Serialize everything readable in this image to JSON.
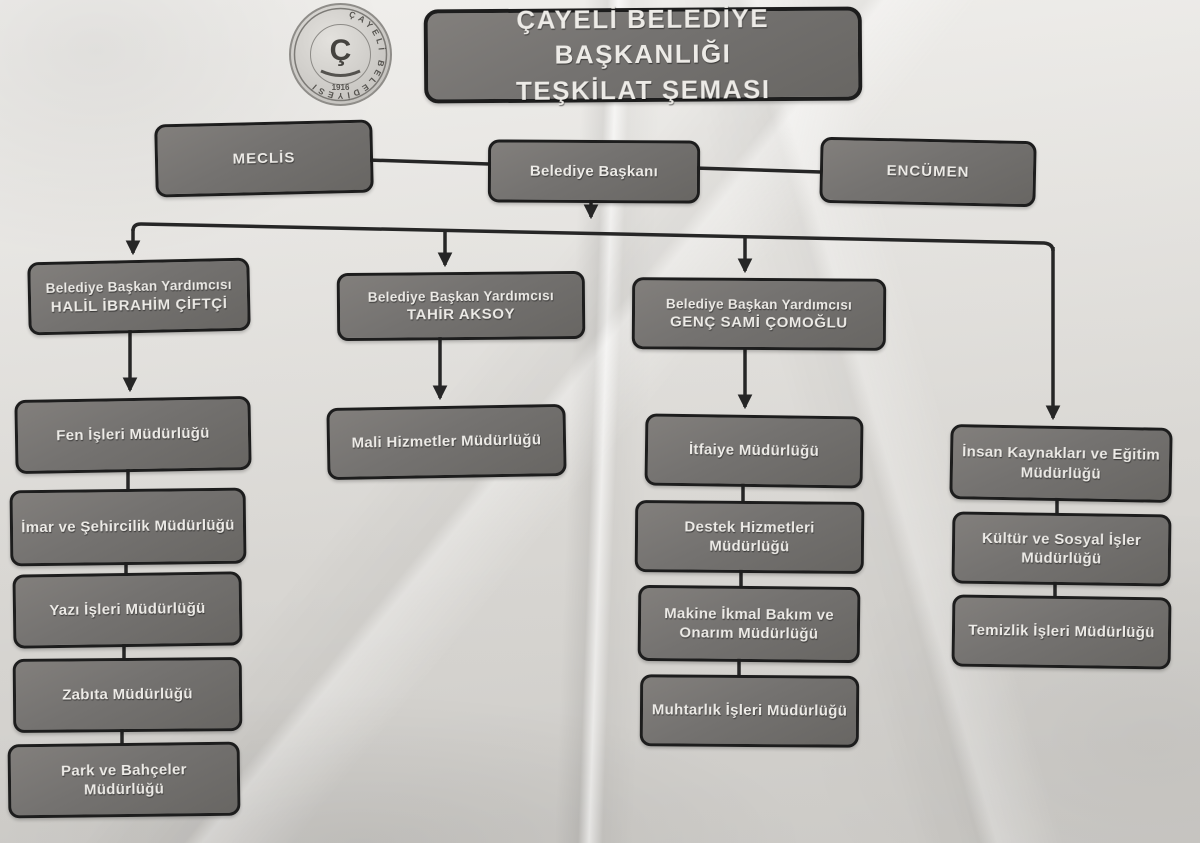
{
  "title": {
    "line1": "ÇAYELİ BELEDİYE BAŞKANLIĞI",
    "line2": "TEŞKİLAT ŞEMASI"
  },
  "logo": {
    "ring_text": "ÇAYELİ BELEDİYESİ",
    "monogram": "Ç",
    "year": "1916"
  },
  "top_row": {
    "meclis": "MECLİS",
    "baskan": "Belediye Başkanı",
    "encumen": "ENCÜMEN"
  },
  "deputies": [
    {
      "title": "Belediye Başkan Yardımcısı",
      "name": "HALİL İBRAHİM ÇİFTÇİ"
    },
    {
      "title": "Belediye Başkan Yardımcısı",
      "name": "TAHİR AKSOY"
    },
    {
      "title": "Belediye Başkan Yardımcısı",
      "name": "GENÇ SAMİ ÇOMOĞLU"
    }
  ],
  "columns": [
    {
      "items": [
        "Fen İşleri Müdürlüğü",
        "İmar ve Şehircilik Müdürlüğü",
        "Yazı İşleri Müdürlüğü",
        "Zabıta Müdürlüğü",
        "Park ve Bahçeler Müdürlüğü"
      ]
    },
    {
      "items": [
        "Mali Hizmetler Müdürlüğü"
      ]
    },
    {
      "items": [
        "İtfaiye Müdürlüğü",
        "Destek Hizmetleri Müdürlüğü",
        "Makine İkmal Bakım ve Onarım Müdürlüğü",
        "Muhtarlık İşleri Müdürlüğü"
      ]
    },
    {
      "items": [
        "İnsan Kaynakları ve Eğitim Müdürlüğü",
        "Kültür ve Sosyal İşler Müdürlüğü",
        "Temizlik İşleri Müdürlüğü"
      ]
    }
  ],
  "colors": {
    "backdrop": "#24415c",
    "paper": "#e9e7e3",
    "box_fill": "#747270",
    "box_border": "#1d1d1d",
    "box_text": "#edebe7",
    "line": "#262626"
  }
}
